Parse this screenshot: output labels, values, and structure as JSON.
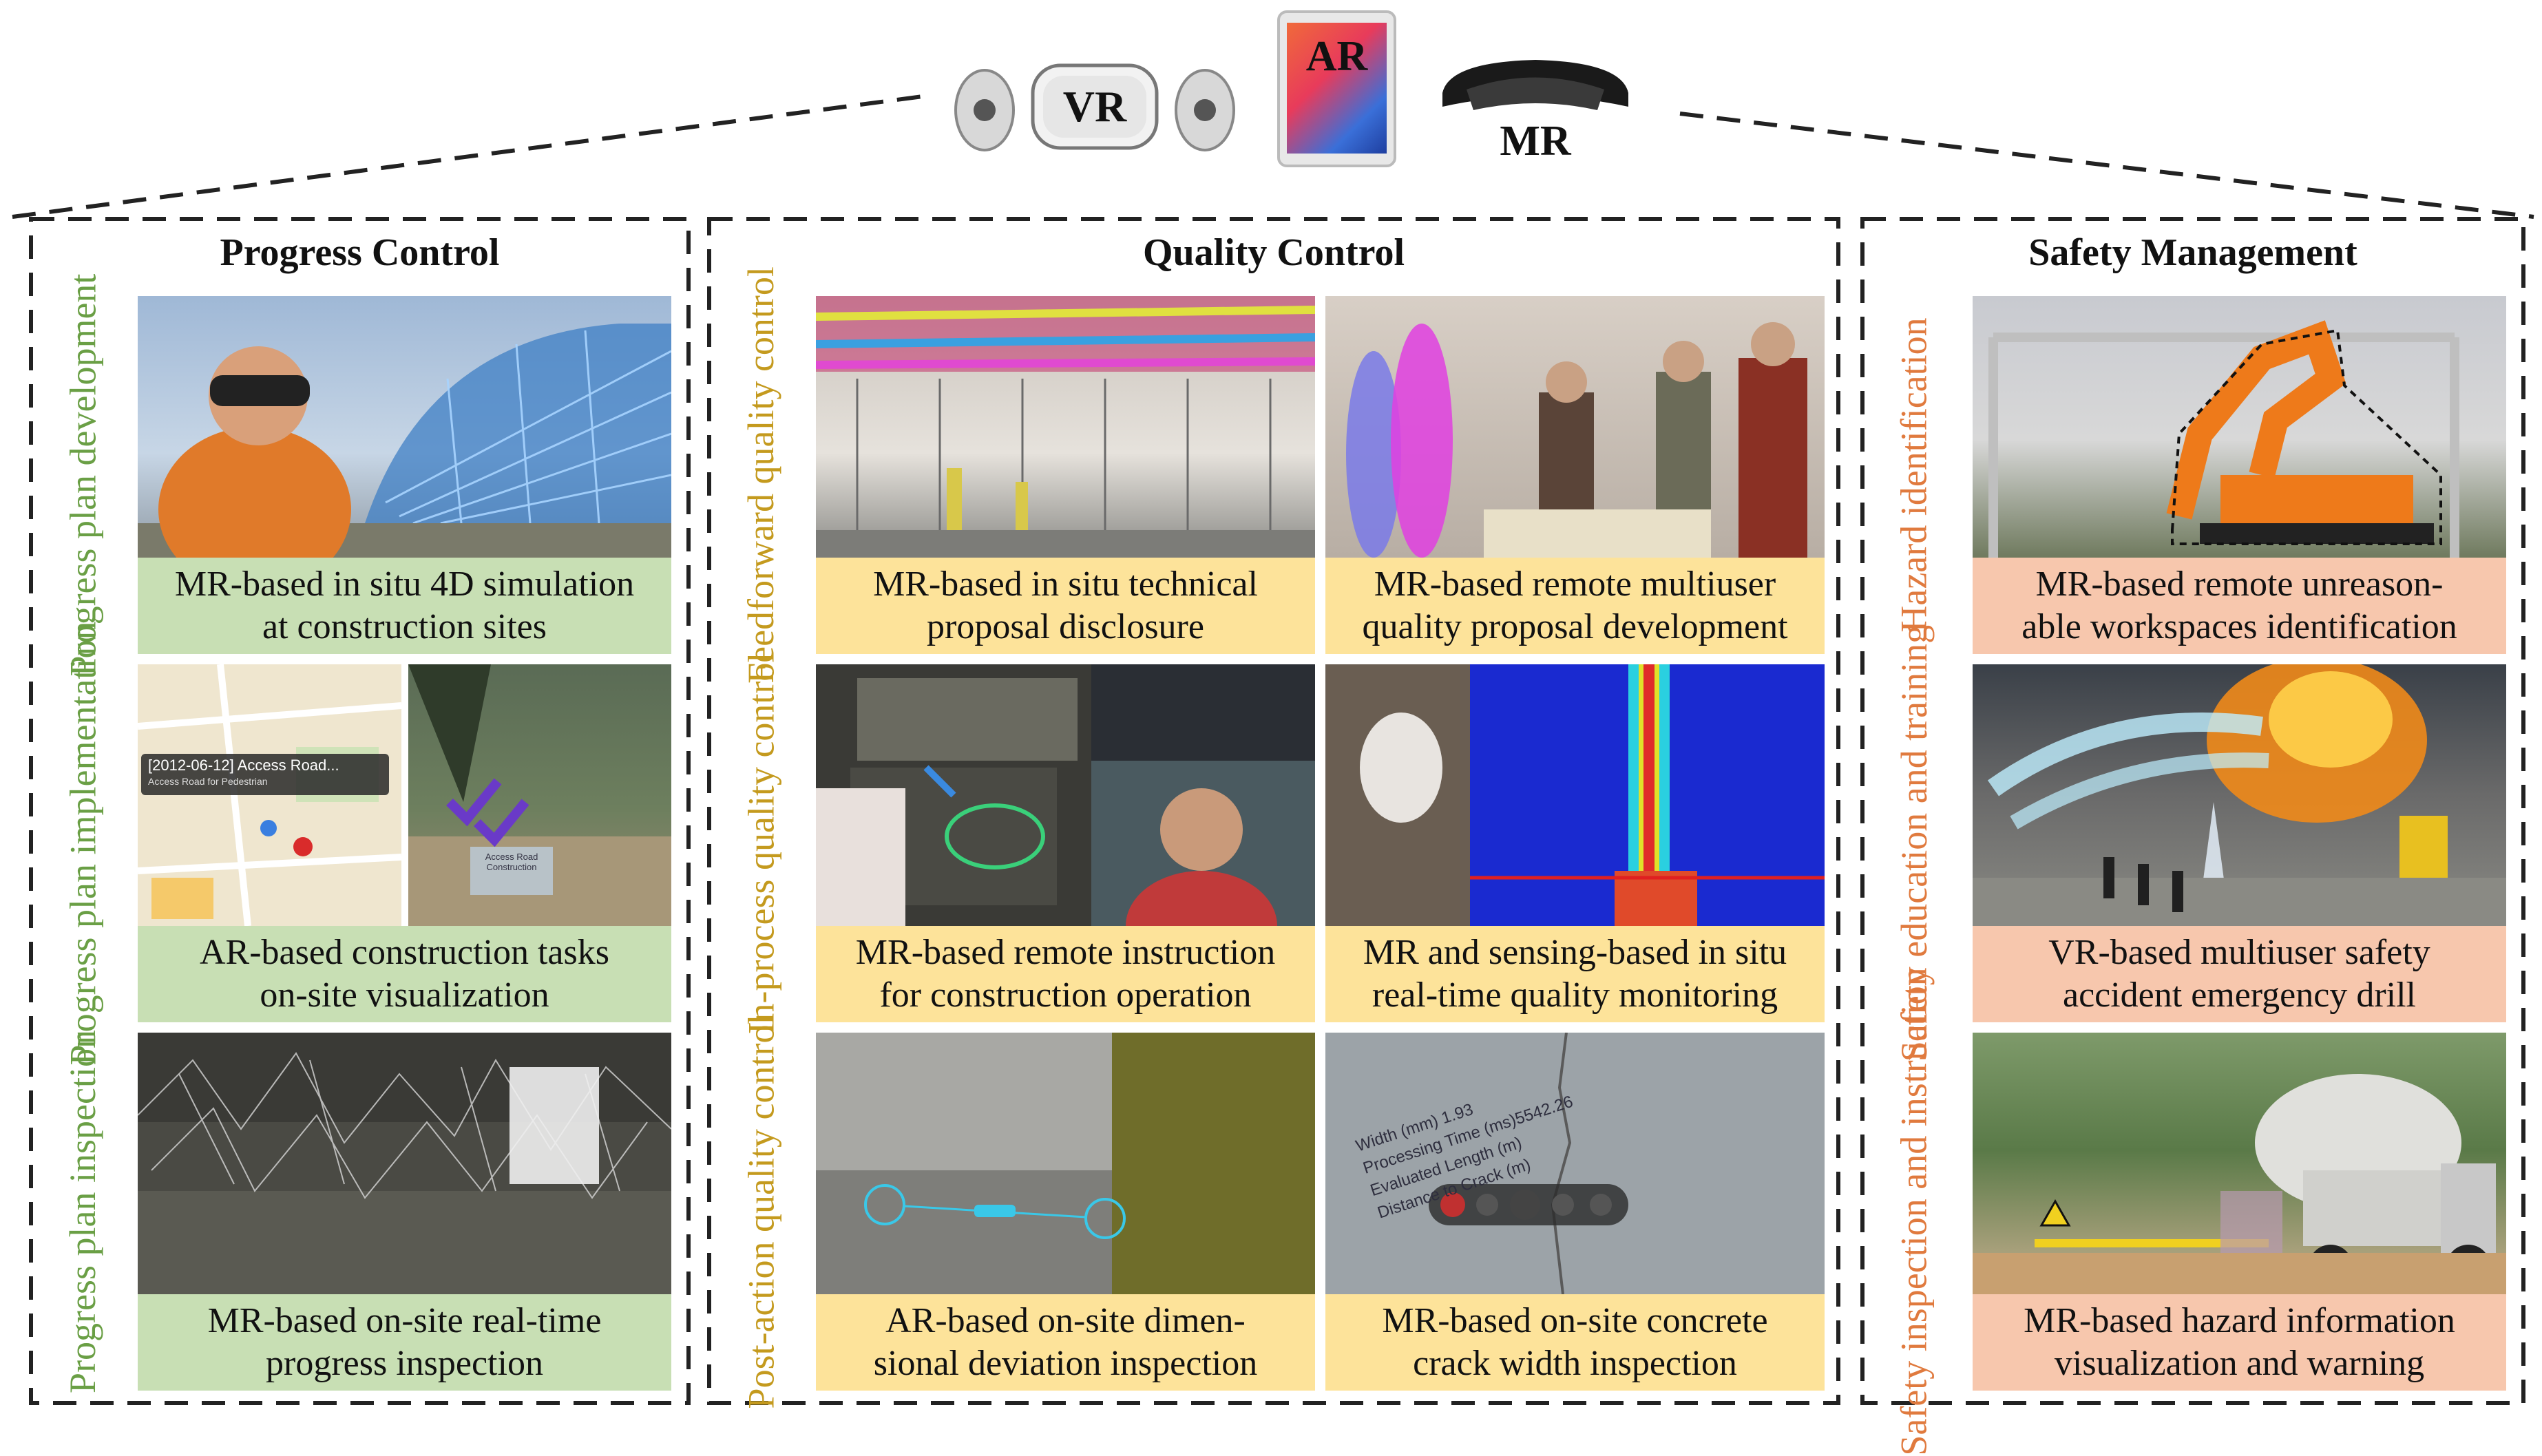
{
  "devices": {
    "vr": "VR",
    "ar": "AR",
    "mr": "MR"
  },
  "columns": [
    {
      "title": "Progress Control"
    },
    {
      "title": "Quality Control"
    },
    {
      "title": "Safety Management"
    }
  ],
  "progress": {
    "rows": [
      {
        "label": "Progress plan\ndevelopment",
        "caption": "MR-based in situ 4D simulation\nat construction sites"
      },
      {
        "label": "Progress plan\nimplementation",
        "caption": "AR-based construction tasks\non-site visualization"
      },
      {
        "label": "Progress plan\ninspection",
        "caption": "MR-based on-site real-time\nprogress inspection"
      }
    ],
    "map_popup_title": "[2012-06-12] Access Road...",
    "map_popup_sub": "Access Road for Pedestrian",
    "sign_text": "Access Road\nConstruction"
  },
  "quality": {
    "rows": [
      {
        "label": "Feedforward\nquality control",
        "captions": [
          "MR-based in situ technical\nproposal disclosure",
          "MR-based remote multiuser\nquality proposal development"
        ]
      },
      {
        "label": "In-process quality\ncontrol",
        "captions": [
          "MR-based remote instruction\nfor construction operation",
          "MR and sensing-based in situ\nreal-time quality monitoring"
        ]
      },
      {
        "label": "Post-action quality\ncontrol",
        "captions": [
          "AR-based on-site dimen-\nsional deviation inspection",
          "MR-based on-site concrete\ncrack width inspection"
        ]
      }
    ],
    "crack_overlay": [
      "Width (mm) 1.93",
      "Processing Time (ms)5542.26",
      "Evaluated Length (m)",
      "Distance to Crack (m)"
    ]
  },
  "safety": {
    "rows": [
      {
        "label": "Hazard\nidentification",
        "caption": "MR-based remote unreason-\nable workspaces identification"
      },
      {
        "label": "Safety education\nand training",
        "caption": "VR-based multiuser safety\naccident emergency drill"
      },
      {
        "label": "Safety inspection\nand instruction",
        "caption": "MR-based hazard information\nvisualization and warning"
      }
    ]
  },
  "colors": {
    "progress_accent": "#6a9f45",
    "progress_caption_bg": "#c8dfb4",
    "quality_accent": "#c49a1e",
    "quality_caption_bg": "#fde39a",
    "safety_accent": "#e07a3e",
    "safety_caption_bg": "#f7c7ad"
  }
}
